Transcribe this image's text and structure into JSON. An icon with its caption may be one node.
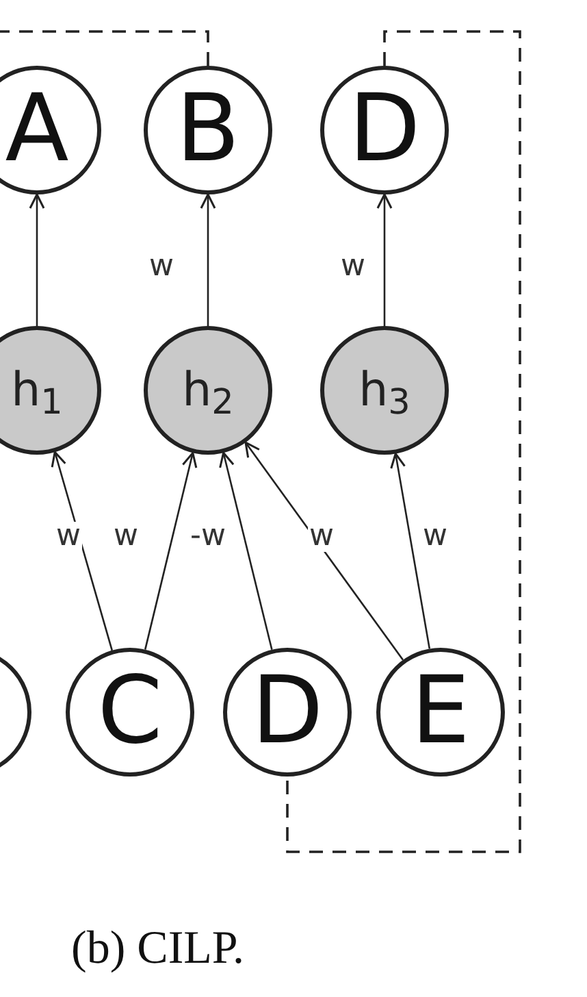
{
  "diagram": {
    "caption": "(b) CILP.",
    "nodes": [
      {
        "text": [
          "A"
        ]
      },
      {
        "text": [
          "B"
        ]
      },
      {
        "text": [
          "D"
        ]
      },
      {
        "text": [
          "h$_{1}$"
        ]
      },
      {
        "text": [
          "h$_{2}$"
        ]
      },
      {
        "text": [
          "h$_{3}$"
        ]
      },
      {
        "text": [],
        "shape": "circle"
      },
      {
        "text": [
          "C"
        ]
      },
      {
        "text": [
          "D"
        ]
      },
      {
        "text": [
          "E"
        ]
      }
    ],
    "edges": [
      {
        "from": 3,
        "to": 0,
        "arrow": "to"
      },
      {
        "from": 4,
        "to": 1,
        "arrow": "to",
        "label": "w"
      },
      {
        "from": 5,
        "to": 2,
        "arrow": "to",
        "label": "w"
      },
      {
        "from": 7,
        "to": 3,
        "arrow": "to",
        "label": "w"
      },
      {
        "from": 7,
        "to": 4,
        "arrow": "to",
        "label": "w"
      },
      {
        "from": 8,
        "to": 4,
        "arrow": "to",
        "label": "-w"
      },
      {
        "from": 9,
        "to": 4,
        "arrow": "to",
        "label": "w"
      },
      {
        "from": 9,
        "to": 5,
        "arrow": "to",
        "label": "w"
      },
      {
        "from": 1,
        "to": null,
        "arrow": "none",
        "style": "dashed"
      },
      {
        "from": 2,
        "to": 8,
        "arrow": "none",
        "style": "dashed"
      }
    ]
  }
}
